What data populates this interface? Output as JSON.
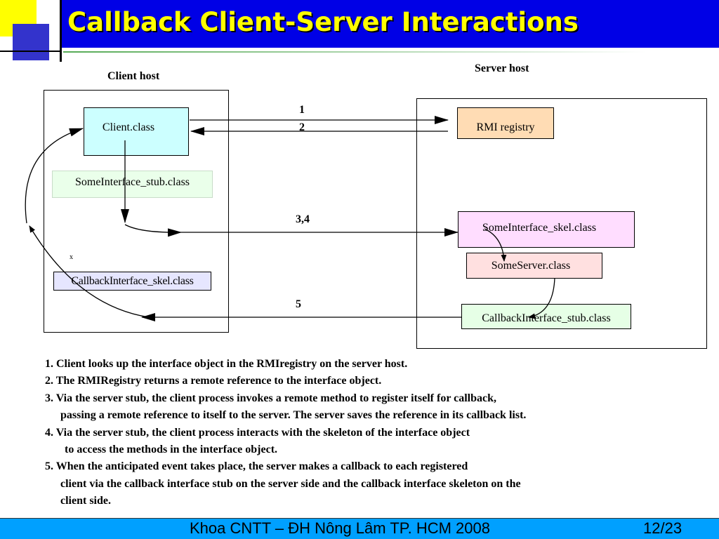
{
  "slide": {
    "title": "Callback Client-Server Interactions",
    "footer": "Khoa CNTT – ĐH Nông Lâm TP. HCM 2008",
    "page": "12/23"
  },
  "diagram": {
    "client_host_label": "Client host",
    "server_host_label": "Server host",
    "client_class": "Client.class",
    "some_interface_stub": "SomeInterface_stub.class",
    "callback_interface_skel": "CallbackInterface_skel.class",
    "rmi_registry": "RMI registry",
    "some_interface_skel": "SomeInterface_skel.class",
    "some_server": "SomeServer.class",
    "callback_interface_stub": "CallbackInterface_stub.class",
    "marker_x": "x",
    "step_1": "1",
    "step_2": "2",
    "step_34": "3,4",
    "step_5": "5"
  },
  "notes": [
    "1. Client looks up the interface object in the RMIregistry on the server host.",
    "2. The RMIRegistry returns a remote reference to the interface object.",
    "3. Via the server stub, the client process invokes a remote method to register itself for callback,",
    "     passing a remote reference to itself to the server.  The server saves the reference in its callback list.",
    "4. Via the server stub, the client process interacts with the skeleton of the interface object",
    "      to access the methods in the interface object.",
    "5. When the anticipated event takes place, the server makes a callback to each registered",
    "     client via the callback interface stub on the server side and the callback interface skeleton on the",
    "     client side."
  ],
  "colors": {
    "header_bg": "#0000e6",
    "title_text": "#ffff00",
    "footer_bg": "#00a0ff",
    "client_class_fill": "#ccffff",
    "stub_fill": "#eaffea",
    "callback_skel_fill": "#e6e6ff",
    "rmi_registry_fill": "#ffdcb4",
    "skel_fill": "#ffddff",
    "server_fill": "#ffe0e0",
    "callback_stub_fill": "#e6ffe6"
  }
}
